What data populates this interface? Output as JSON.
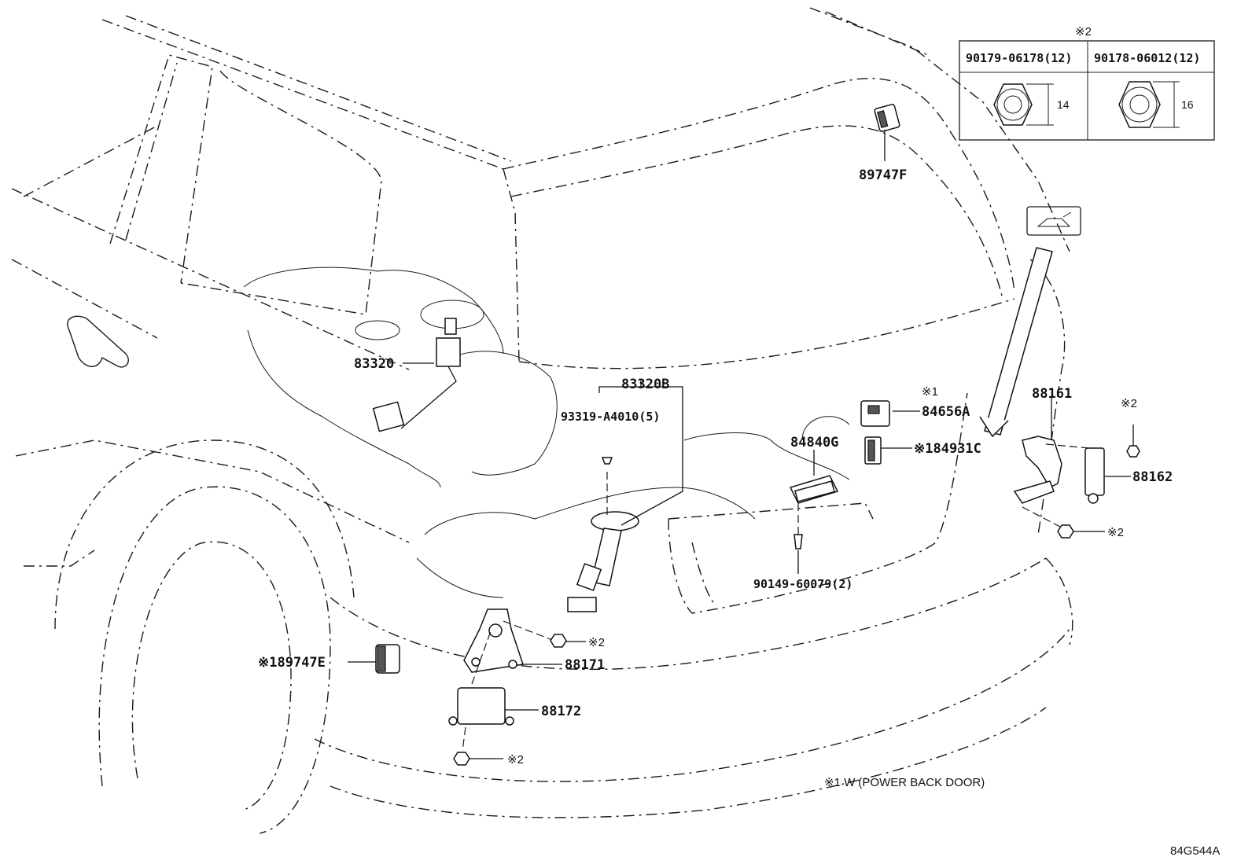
{
  "callouts": {
    "c83320": "83320",
    "c83320b": "83320B",
    "c93319": "93319-A4010(5)",
    "c89747f": "89747F",
    "c84656a": "84656A",
    "c84656a_mark": "※1",
    "c84840g": "84840G",
    "c84931c": "※184931C",
    "c90149": "90149-60079(2)",
    "c88161": "88161",
    "c88162": "88162",
    "c88162_mark": "※2",
    "c88161_nut_mark": "※2",
    "c89747e": "※189747E",
    "c88171": "88171",
    "c88171_mark": "※2",
    "c88172": "88172",
    "c88172_mark": "※2"
  },
  "nut_table": {
    "group_mark": "※2",
    "col1_part": "90179-06178(12)",
    "col2_part": "90178-06012(12)",
    "col1_size": "14",
    "col2_size": "16"
  },
  "footnote": "※1  W (POWER BACK DOOR)",
  "figure_code": "84G544A"
}
